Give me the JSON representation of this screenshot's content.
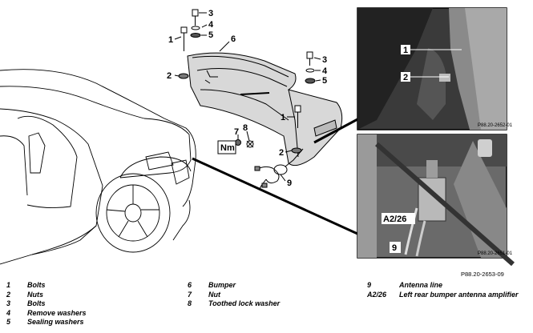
{
  "callouts": {
    "c1a": "1",
    "c1b": "1",
    "c2a": "2",
    "c2b": "2",
    "c3a": "3",
    "c3b": "3",
    "c4a": "4",
    "c4b": "4",
    "c5a": "5",
    "c5b": "5",
    "c6": "6",
    "c7": "7",
    "c8": "8",
    "c9": "9",
    "nm": "Nm"
  },
  "inset_top": {
    "l1": "1",
    "l2": "2",
    "code": "P88.20-2652-01"
  },
  "inset_bottom": {
    "a226": "A2/26",
    "l9": "9",
    "code": "P88.20-2651-01"
  },
  "doc_ref": "P88.20-2653-09",
  "legend": [
    {
      "num": "1",
      "text": "Bolts"
    },
    {
      "num": "2",
      "text": "Nuts"
    },
    {
      "num": "3",
      "text": "Bolts"
    },
    {
      "num": "4",
      "text": "Remove washers"
    },
    {
      "num": "5",
      "text": "Sealing washers"
    },
    {
      "num": "6",
      "text": "Bumper"
    },
    {
      "num": "7",
      "text": "Nut"
    },
    {
      "num": "8",
      "text": "Toothed lock washer"
    },
    {
      "num": "9",
      "text": "Antenna line"
    },
    {
      "num": "A2/26",
      "text": "Left rear bumper antenna amplifier"
    }
  ]
}
